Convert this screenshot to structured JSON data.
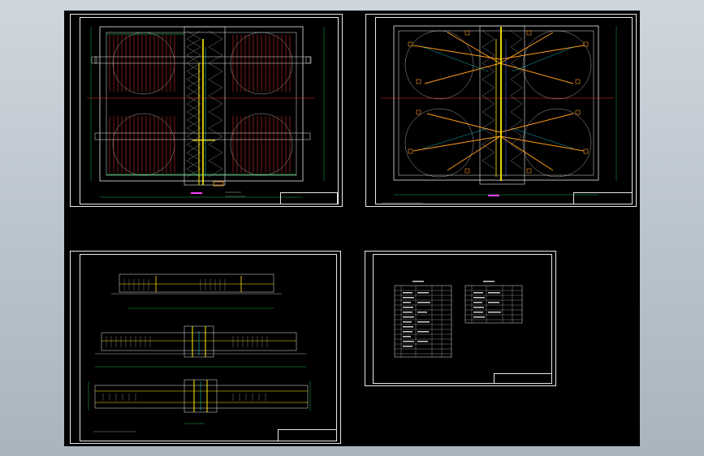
{
  "viewer": {
    "background_top": "#cfd6dd",
    "background_bottom": "#aab4be",
    "canvas_color": "#000000"
  },
  "sheets": [
    {
      "id": "sheet-1",
      "content": "plan-view-filter-beds",
      "title_block_text": ""
    },
    {
      "id": "sheet-2",
      "content": "plan-view-piping-layout",
      "title_block_text": ""
    },
    {
      "id": "sheet-3",
      "content": "section-elevations",
      "title_block_text": ""
    },
    {
      "id": "sheet-4",
      "content": "material-tables",
      "title_block_text": ""
    }
  ],
  "colors": {
    "line_white": "#e8e8e8",
    "line_red": "#ff2a2a",
    "line_yellow": "#ffee00",
    "line_orange": "#ff9a1a",
    "line_cyan": "#19e6e6",
    "line_green": "#22e05a",
    "line_magenta": "#ff40ff",
    "line_blue": "#3a6cff"
  }
}
